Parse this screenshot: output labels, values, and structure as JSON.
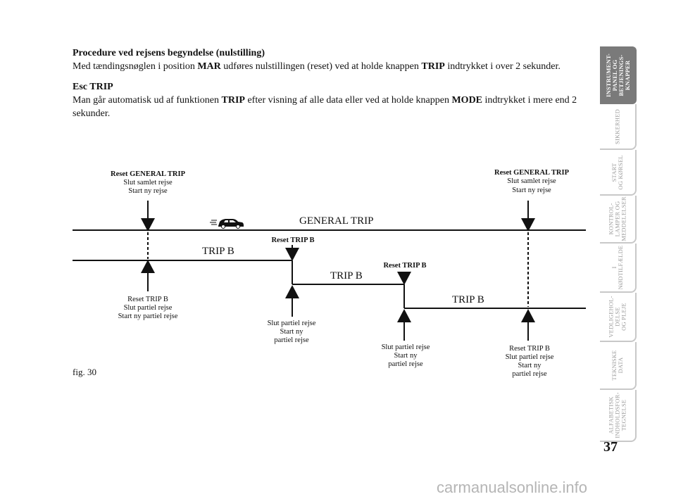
{
  "section1": {
    "heading": "Procedure ved rejsens begyndelse (nulstilling)",
    "p1_a": "Med tændingsnøglen i position ",
    "p1_b": "MAR",
    "p1_c": " udføres nulstillingen (reset) ved at holde knappen ",
    "p1_d": "TRIP",
    "p1_e": " indtrykket i over 2 sekunder."
  },
  "section2": {
    "heading": "Esc TRIP",
    "p1_a": "Man går automatisk ud af funktionen ",
    "p1_b": "TRIP",
    "p1_c": " efter visning af alle data eller ved at holde knappen ",
    "p1_d": "MODE",
    "p1_e": " indtrykket i mere end 2 sekunder."
  },
  "diagram": {
    "general_trip_label": "GENERAL TRIP",
    "trip_b_label": "TRIP B",
    "reset_general_trip_title": "Reset GENERAL TRIP",
    "slut_samlet_rejse": "Slut samlet rejse",
    "start_ny_rejse": "Start ny rejse",
    "reset_trip_b_title": "Reset TRIP B",
    "reset_trip_b": "Reset TRIP B",
    "slut_partiel_rejse": "Slut partiel rejse",
    "start_ny_partiel_rejse": "Start ny partiel rejse",
    "start_ny": "Start ny",
    "partiel_rejse": "partiel rejse",
    "car_icon": "car-icon"
  },
  "figure_label": "fig. 30",
  "sidebar": {
    "tabs": [
      {
        "label": "INSTRUMENT-\nPANEL OG\nBETJENINGS-\nKNAPPER",
        "active": true
      },
      {
        "label": "SIKKERHED",
        "active": false
      },
      {
        "label": "START\nOG KØRSEL",
        "active": false
      },
      {
        "label": "KONTROL-\nLAMPER OG\nMEDDELELSER",
        "active": false
      },
      {
        "label": "I\nNØDTILFÆLDE",
        "active": false
      },
      {
        "label": "VEDLIGEHOL-\nDELSE\nOG PLEJE",
        "active": false
      },
      {
        "label": "TEKNISKE\nDATA",
        "active": false
      },
      {
        "label": "ALFABETISK\nINDHOLDSFOR-\nTEGNELSE",
        "active": false
      }
    ]
  },
  "page_number": "37",
  "watermark": "carmanualsonline.info"
}
